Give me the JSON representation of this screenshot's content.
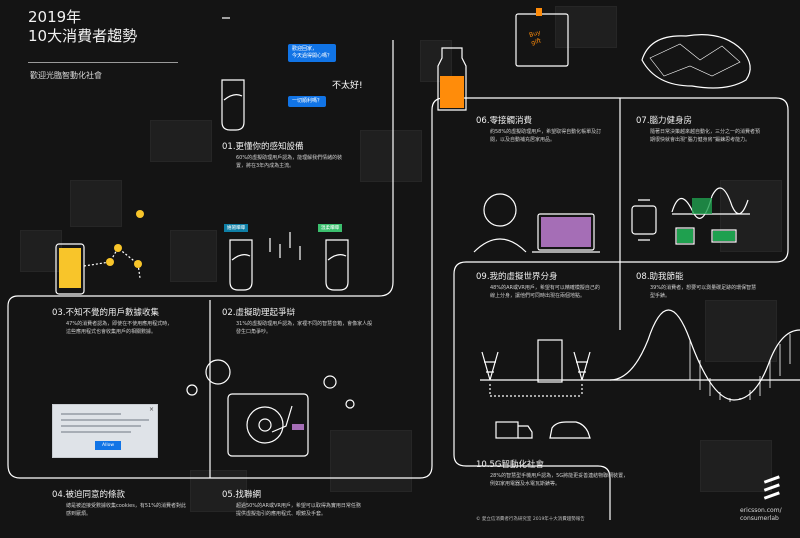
{
  "header": {
    "title_line1": "2019年",
    "title_line2": "10大消費者趨勢",
    "subtitle": "歡迎光臨智動化社會"
  },
  "chat": {
    "bubble1_line1": "歡迎回家，",
    "bubble1_line2": "今天過得開心嗎？",
    "reply": "不太好!",
    "bubble2": "一切順利嗎？"
  },
  "sections": {
    "s01": {
      "title": "01.更懂你的感知設備",
      "body": "60%的虛擬助理用戶認為，能理解我們情緒的裝置，將在3年內成為主流。"
    },
    "s02": {
      "title": "02.虛擬助理起爭辯",
      "body": "31%的虛擬助理用戶認為，家裡不同的智慧音箱，會像家人般發生口角爭吵。"
    },
    "s03": {
      "title": "03.不知不覺的用戶數據收集",
      "body": "47%的消費者認為，即使在不使用應用程式時，這些應用程式也會收集用戶的相關數據。"
    },
    "s04": {
      "title": "04.被迫同意的條款",
      "body": "總是被迫接受數據收集cookies，有51%的消費者對此感到厭煩。"
    },
    "s05": {
      "title": "05.找聯網",
      "body": "超過50%的AR或VR用戶，希望可以取得為實用日常任務提供虛擬指引的應用程式、眼鏡及手套。"
    },
    "s06": {
      "title": "06.零接觸消費",
      "body": "約58%的虛擬助理用戶，希望取得自動化帳單及訂閱，以及自動補充居家用品。"
    },
    "s07": {
      "title": "07.腦力健身房",
      "body": "隨著日常決策越來越自動化，三分之一的消費者預期很快就會出現“腦力健身房”鍛鍊思考能力。"
    },
    "s08": {
      "title": "08.助我節能",
      "body": "39%的消費者，想要可以測量碳足跡的環保智慧型手錶。"
    },
    "s09": {
      "title": "09.我的虛擬世界分身",
      "body": "48%的AR或VR用戶，希望有可以精確模擬自己的線上分身，讓他們可同時出現在兩個地點。"
    },
    "s10": {
      "title": "10.5G智動化社會",
      "body": "28%的智慧型手機用戶認為，5G將能更妥善連結物聯網裝置，例如家用電器及水電瓦斯錶等。"
    }
  },
  "speakers": {
    "left_chip": "嬉閙嗶嗶",
    "right_chip": "溫柔嗶嗶"
  },
  "dialog": {
    "allow_label": "Allow",
    "close": "×"
  },
  "note": {
    "text": "Buy\ngift"
  },
  "footer": {
    "copyright": "© 愛立信消費者行為研究室 2019年十大消費趨勢報告",
    "brand_line1": "ericsson.com/",
    "brand_line2": "consumerlab"
  },
  "colors": {
    "accent_blue": "#1174e6",
    "accent_orange": "#ff8c0a",
    "accent_yellow": "#f8c52a",
    "accent_green": "#1fa04f",
    "accent_purple": "#a56eb6",
    "chip_teal": "#0e7fa6",
    "chip_green": "#3bbf6e",
    "line": "#ffffff"
  }
}
